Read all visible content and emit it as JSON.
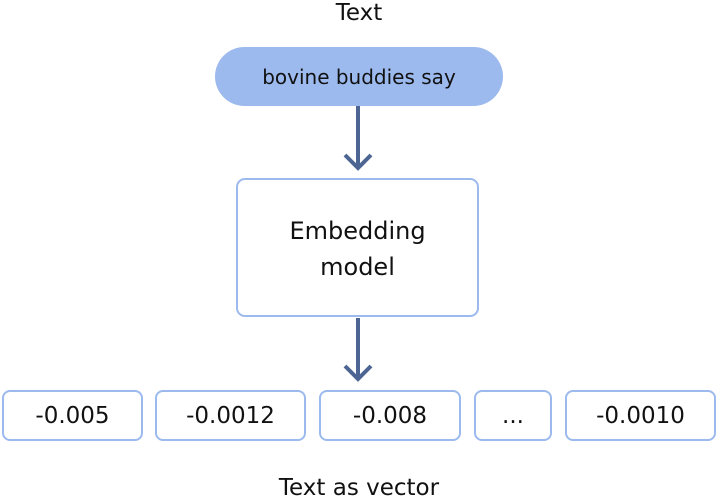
{
  "diagram": {
    "top_label": "Text",
    "input_text": "bovine buddies say",
    "model_label_line1": "Embedding",
    "model_label_line2": "model",
    "vector": [
      {
        "value": "-0.005"
      },
      {
        "value": "-0.0012"
      },
      {
        "value": "-0.008"
      },
      {
        "value": "..."
      },
      {
        "value": "-0.0010"
      }
    ],
    "bottom_label": "Text as vector"
  },
  "colors": {
    "pill_fill": "#9cbaee",
    "box_border": "#9cbaee",
    "arrow": "#4d6592",
    "text": "#111111"
  },
  "icons": {
    "arrow_1": "arrow-down-icon",
    "arrow_2": "arrow-down-icon"
  }
}
